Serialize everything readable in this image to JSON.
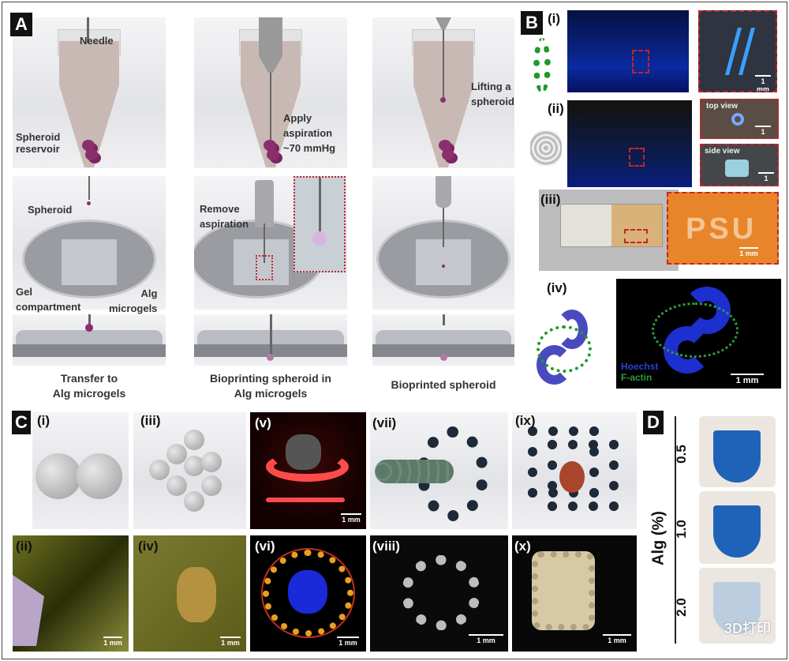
{
  "panels": {
    "a": "A",
    "b": "B",
    "c": "C",
    "d": "D"
  },
  "panel_a": {
    "needle": "Needle",
    "spheroid_reservoir": "Spheroid\nreservoir",
    "apply_aspiration": "Apply\naspiration\n~70 mmHg",
    "lifting": "Lifting a\nspheroid",
    "spheroid": "Spheroid",
    "remove_aspiration": "Remove\naspiration",
    "gel_compartment": "Gel\ncompartment",
    "alg_microgels": "Alg\nmicrogels",
    "caption_1": "Transfer to\nAlg microgels",
    "caption_2": "Bioprinting spheroid in\nAlg microgels",
    "caption_3": "Bioprinted spheroid"
  },
  "panel_b": {
    "sub": [
      "(i)",
      "(ii)",
      "(iii)",
      "(iv)"
    ],
    "top_view": "top view",
    "side_view": "side view",
    "scale": "1 mm",
    "inset_text": "PSU",
    "hoechst": "Hoechst",
    "factin": "F-actin"
  },
  "panel_c": {
    "sub": [
      "(i)",
      "(ii)",
      "(iii)",
      "(iv)",
      "(v)",
      "(vi)",
      "(vii)",
      "(viii)",
      "(ix)",
      "(x)"
    ],
    "scale": "1 mm"
  },
  "panel_d": {
    "axis_label": "Alg (%)",
    "values": [
      "0.5",
      "1.0",
      "2.0"
    ]
  },
  "watermark": "3D打印",
  "colors": {
    "accent_red": "#c0262b",
    "spheroid": "#8a2e6e",
    "hoechst": "#2b3fd6",
    "factin": "#2e9a3a"
  }
}
